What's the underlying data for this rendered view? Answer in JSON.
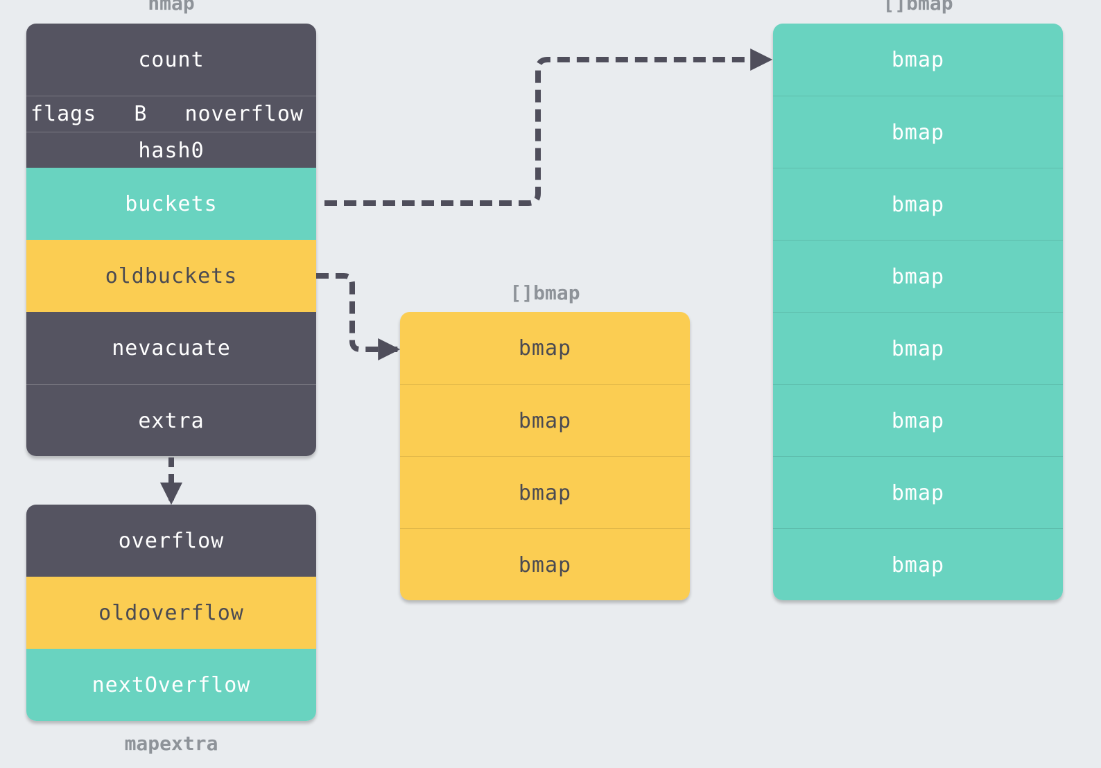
{
  "titles": {
    "hmap": "hmap",
    "new_buckets_array": "[]bmap",
    "old_buckets_array": "[]bmap",
    "mapextra": "mapextra"
  },
  "hmap": {
    "count": "count",
    "flags": "flags",
    "B": "B",
    "noverflow": "noverflow",
    "hash0": "hash0",
    "buckets": "buckets",
    "oldbuckets": "oldbuckets",
    "nevacuate": "nevacuate",
    "extra": "extra"
  },
  "mapextra": {
    "overflow": "overflow",
    "oldoverflow": "oldoverflow",
    "nextOverflow": "nextOverflow"
  },
  "old_buckets": [
    "bmap",
    "bmap",
    "bmap",
    "bmap"
  ],
  "new_buckets": [
    "bmap",
    "bmap",
    "bmap",
    "bmap",
    "bmap",
    "bmap",
    "bmap",
    "bmap"
  ],
  "colors": {
    "dark": "#555461",
    "teal": "#69d3c0",
    "yellow": "#fbcd52",
    "arrow": "#4f4e5b",
    "background": "#e9ecef"
  }
}
